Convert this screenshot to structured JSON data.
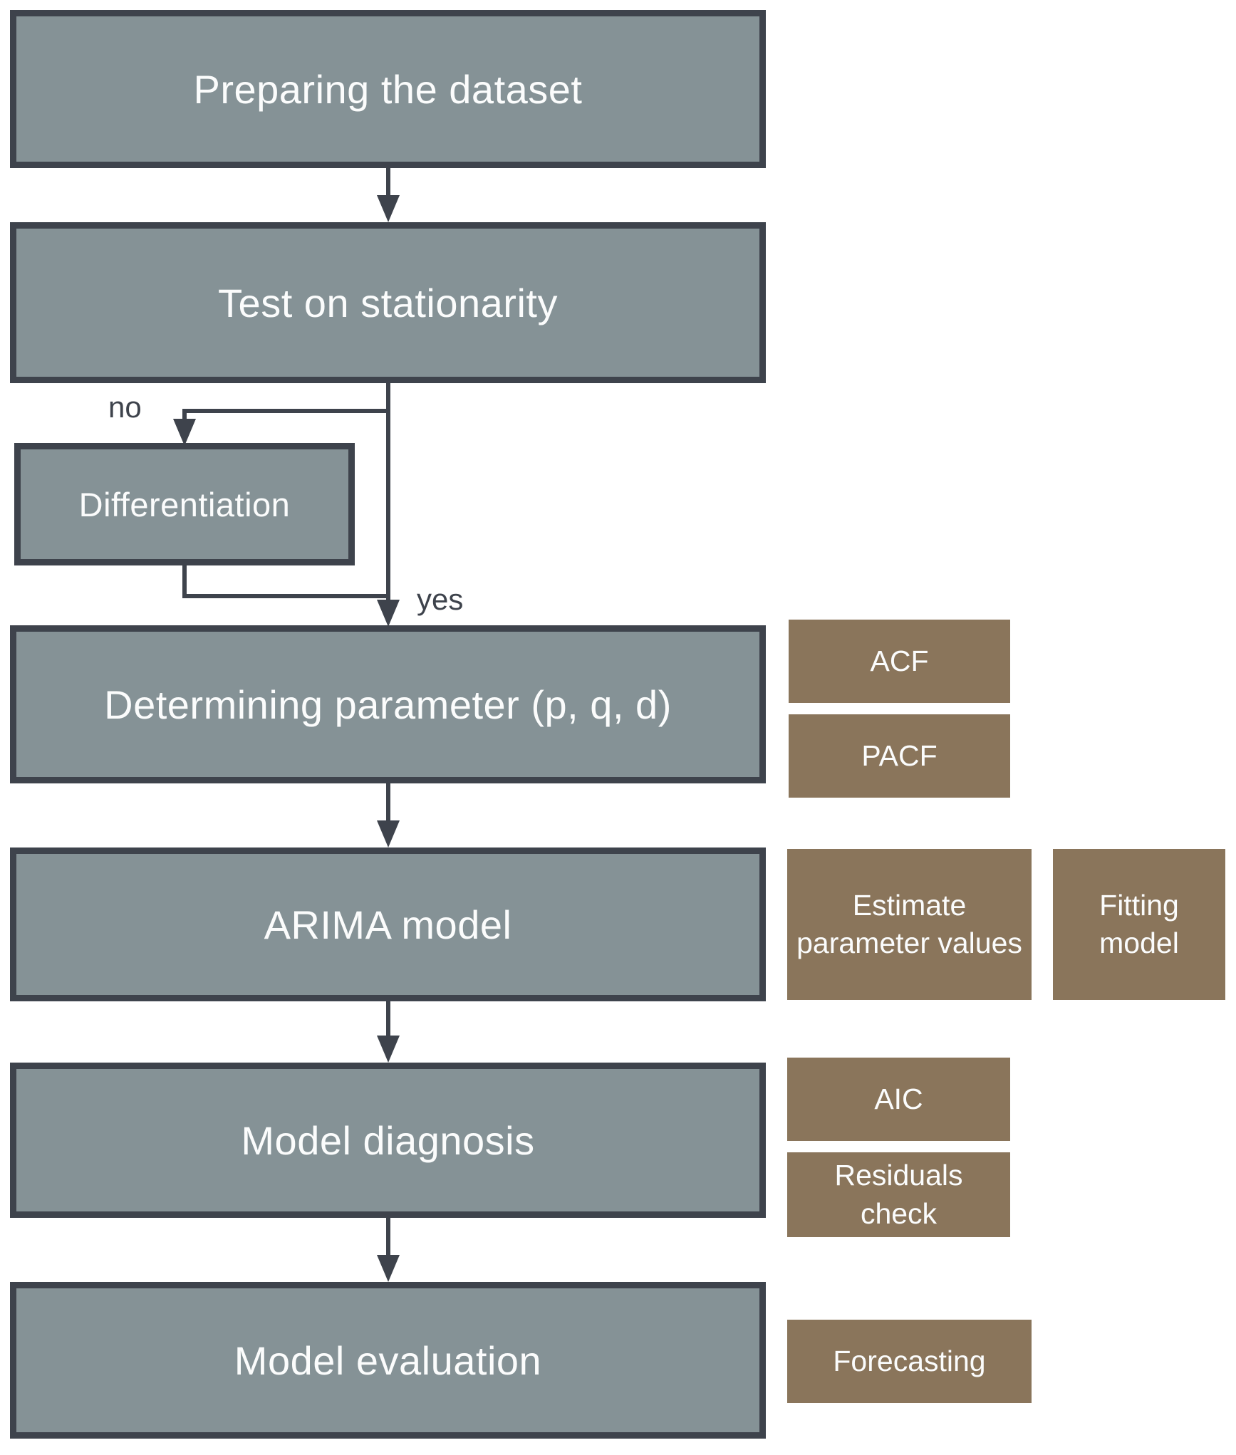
{
  "colors": {
    "node-fill": "#859296",
    "node-border": "#3e434c",
    "side-fill": "#8a755b",
    "line": "#3e434c",
    "text": "#fbfcfc",
    "canvas": "#ffffff"
  },
  "flow": {
    "main_nodes": [
      {
        "label": "Preparing the dataset"
      },
      {
        "label": "Test on stationarity"
      },
      {
        "label": "Determining parameter (p, q, d)"
      },
      {
        "label": "ARIMA model"
      },
      {
        "label": "Model diagnosis"
      },
      {
        "label": "Model evaluation"
      }
    ],
    "branch_node": {
      "label": "Differentiation"
    },
    "edge_labels": {
      "no": "no",
      "yes": "yes"
    },
    "side_nodes": [
      {
        "label": "ACF"
      },
      {
        "label": "PACF"
      },
      {
        "label": "Estimate parameter values"
      },
      {
        "label": "Fitting model"
      },
      {
        "label": "AIC"
      },
      {
        "label": "Residuals check"
      },
      {
        "label": "Forecasting"
      }
    ]
  }
}
